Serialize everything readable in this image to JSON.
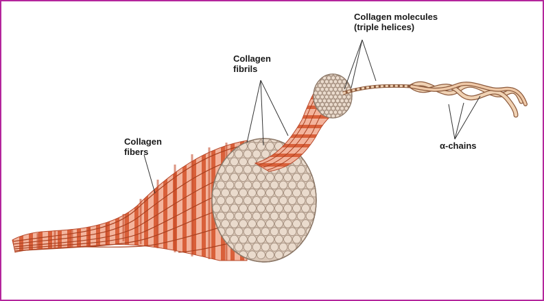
{
  "labels": {
    "collagen_molecules": {
      "line1": "Collagen molecules",
      "line2": "(triple helices)"
    },
    "collagen_fibrils": {
      "line1": "Collagen",
      "line2": "fibrils"
    },
    "collagen_fibers": {
      "line1": "Collagen",
      "line2": "fibers"
    },
    "alpha_chains": "α-chains"
  },
  "colors": {
    "border": "#b4259c",
    "fiber_dark": "#d2562f",
    "fiber_light": "#f2b29c",
    "fibril_face": "#e8d6c8",
    "fibril_edge": "#a08c7c",
    "chain_fill": "#f0d2b4",
    "chain_edge": "#8c5a3c",
    "leader_line": "#333333"
  }
}
